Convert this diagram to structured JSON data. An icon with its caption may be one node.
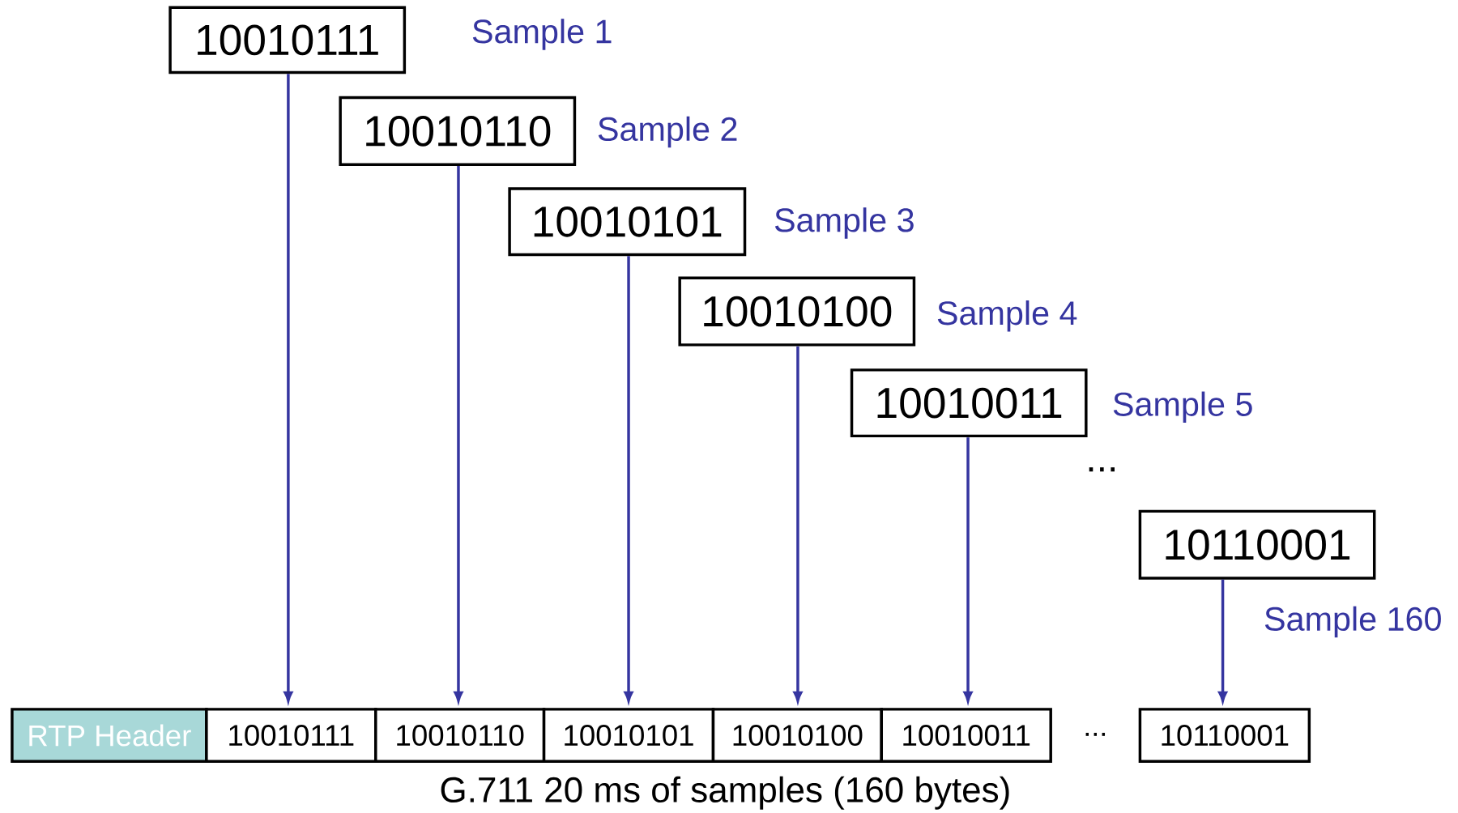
{
  "diagram": {
    "caption": "G.711 20 ms of samples (160 bytes)",
    "nodes": [
      {
        "text": [
          "10010111"
        ],
        "beside": [
          "Sample 1"
        ]
      },
      {
        "text": [
          "10010110"
        ],
        "beside": [
          "Sample 2"
        ]
      },
      {
        "text": [
          "10010101"
        ],
        "beside": [
          "Sample 3"
        ]
      },
      {
        "text": [
          "10010100"
        ],
        "beside": [
          "Sample 4"
        ]
      },
      {
        "text": [
          "10010011"
        ],
        "beside": [
          "Sample 5"
        ]
      },
      {
        "text": [
          "10110001"
        ],
        "beside": [
          "Sample 160"
        ]
      },
      {
        "text": [
          "RTP Header"
        ]
      },
      {
        "text": [
          "10010111"
        ]
      },
      {
        "text": [
          "10010110"
        ]
      },
      {
        "text": [
          "10010101"
        ]
      },
      {
        "text": [
          "10010100"
        ]
      },
      {
        "text": [
          "10010011"
        ]
      },
      {
        "text": [
          "10110001"
        ]
      }
    ],
    "edges": [
      {
        "from": 0,
        "to": 7,
        "arrow": "to"
      },
      {
        "from": 1,
        "to": 8,
        "arrow": "to"
      },
      {
        "from": 2,
        "to": 9,
        "arrow": "to"
      },
      {
        "from": 3,
        "to": 10,
        "arrow": "to"
      },
      {
        "from": 4,
        "to": 11,
        "arrow": "to"
      },
      {
        "from": 5,
        "to": 12,
        "arrow": "to"
      }
    ],
    "labels": [
      "...",
      "..."
    ]
  }
}
